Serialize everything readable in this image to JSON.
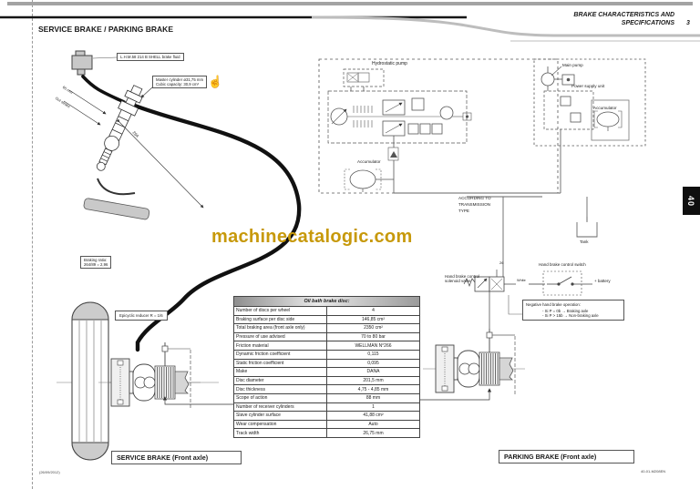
{
  "header": {
    "right_line1": "BRAKE CHARACTERISTICS AND",
    "right_line2": "SPECIFICATIONS",
    "page_number": "3",
    "section_title": "SERVICE BRAKE / PARKING BRAKE",
    "side_tab": "40"
  },
  "watermark": {
    "text": "machinecatalogic.com",
    "color": "#C7990B"
  },
  "footer": {
    "date": "(26/09/2012)",
    "doc_code": "40-01-M208EN"
  },
  "icons": {
    "hand": "☝"
  },
  "callouts": {
    "brake_fluid": "L.H.M.58 214 B SHELL brake fluid",
    "master_cylinder_l1": "Master cylinder ø31,75 mm",
    "master_cylinder_l2": "Cubic capacity: 30,9 cm³",
    "dim_65": "65 mm",
    "dim_stroke": "Out stroke",
    "dim_264": "264",
    "braking_ratio_l1": "Braking ratio:",
    "braking_ratio_l2": "264/89 = 2,96",
    "epicyclic": "Epicyclic reducer R = 1/6",
    "hydrostatic_pump": "Hydrostatic pump",
    "accumulator_left": "Accumulator",
    "main_pump": "Main pump",
    "power_supply": "Power supply unit",
    "accumulator_right": "Accumulator",
    "according_l1": "ACCORDING TO",
    "according_l2": "TRANSMISSION",
    "according_l3": "TYPE",
    "tank": "Tank",
    "hand_brake_switch": "Hand brake control switch",
    "hand_brake_valve_l1": "Hand brake control",
    "hand_brake_valve_l2": "solenoid valve",
    "white": "White",
    "battery": "+ battery",
    "wire": "26",
    "service_caption": "SERVICE BRAKE (Front axle)",
    "parking_caption": "PARKING BRAKE (Front axle)"
  },
  "negative_box": {
    "title": "Negative hand brake operation:",
    "line1": "- Si P = 0b → Braking axle",
    "line2": "- Si P > 15b → Non-braking axle"
  },
  "table": {
    "header": "Oil bath brake disc:",
    "rows": [
      {
        "label": "Number of discs per wheel",
        "value": "4"
      },
      {
        "label": "Braking surface per disc side",
        "value": "146,85 cm²"
      },
      {
        "label": "Total braking area (front axle only)",
        "value": "2350 cm²"
      },
      {
        "label": "Pressure of use advised",
        "value": "70 to 80 bar"
      },
      {
        "label": "Friction material",
        "value": "WELLMAN N°266"
      },
      {
        "label": "Dynamic friction coefficient",
        "value": "0,115"
      },
      {
        "label": "Static friction coefficient",
        "value": "0,095"
      },
      {
        "label": "Make",
        "value": "DANA"
      },
      {
        "label": "Disc diameter",
        "value": "201,5 mm"
      },
      {
        "label": "Disc thickness",
        "value": "4,75 - 4,85 mm"
      },
      {
        "label": "Scope of action",
        "value": "88 mm"
      },
      {
        "label": "Number of receiver cylinders",
        "value": "1"
      },
      {
        "label": "Slave cylinder surface",
        "value": "41,88 cm²"
      },
      {
        "label": "Wear compensation",
        "value": "Auto"
      },
      {
        "label": "Track width",
        "value": "26,75 mm"
      }
    ]
  }
}
